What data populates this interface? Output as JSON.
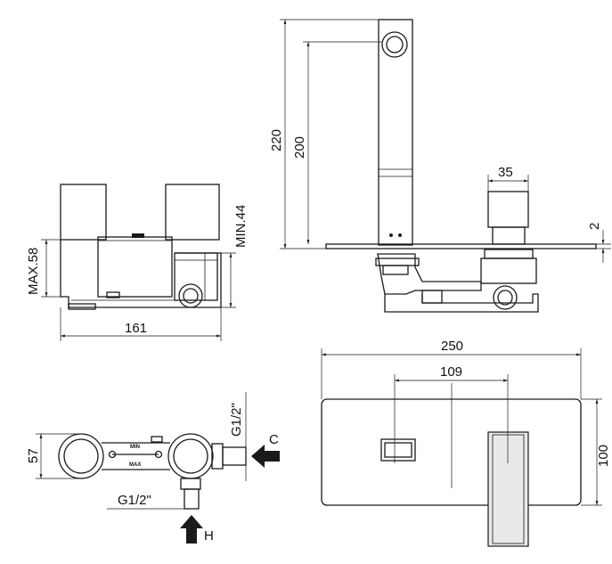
{
  "dimensions": {
    "side_max": "MAX.58",
    "side_min": "MIN.44",
    "side_width": "161",
    "front_total_height": "220",
    "front_spout_height": "200",
    "front_lever_width": "35",
    "front_plate_thickness": "2",
    "plate_width": "250",
    "plate_centers": "109",
    "plate_height": "100",
    "body_depth": "57",
    "conn_side": "G1/2\"",
    "conn_bottom": "G1/2\""
  },
  "markers": {
    "cold": "C",
    "hot": "H",
    "min": "MIN",
    "max": "MAX"
  }
}
